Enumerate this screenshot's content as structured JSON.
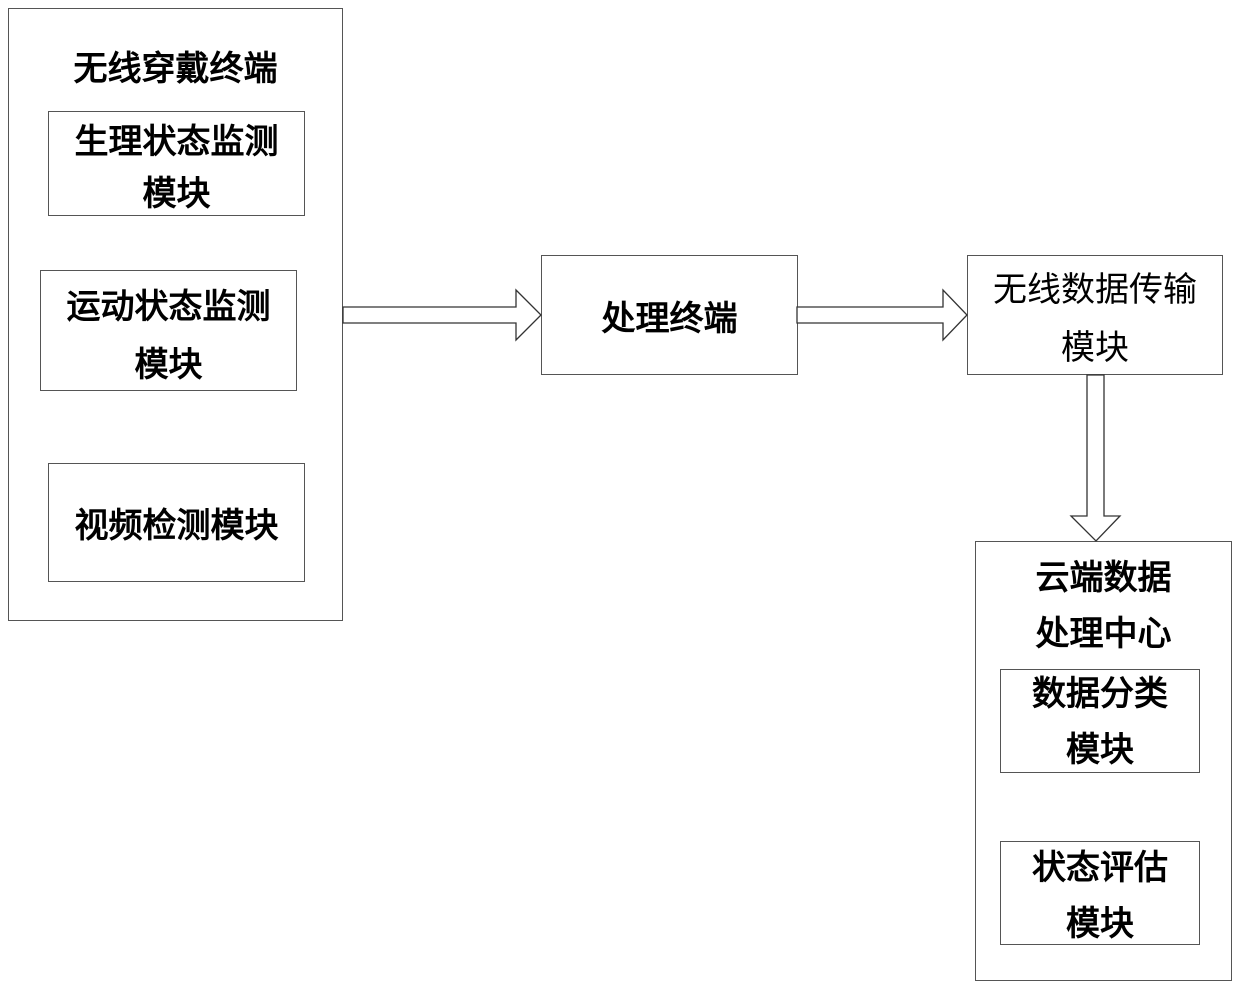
{
  "wearable_terminal": {
    "title": "无线穿戴终端",
    "physio_module": {
      "line1": "生理状态监测",
      "line2": "模块"
    },
    "motion_module": {
      "line1": "运动状态监测",
      "line2": "模块"
    },
    "video_module": {
      "label": "视频检测模块"
    }
  },
  "processing_terminal": {
    "label": "处理终端"
  },
  "wireless_module": {
    "line1": "无线数据传输",
    "line2": "模块"
  },
  "cloud_center": {
    "line1": "云端数据",
    "line2": "处理中心",
    "classify_module": {
      "line1": "数据分类",
      "line2": "模块"
    },
    "assess_module": {
      "line1": "状态评估",
      "line2": "模块"
    }
  },
  "colors": {
    "border": "#555555",
    "text": "#000000",
    "background": "#ffffff"
  }
}
